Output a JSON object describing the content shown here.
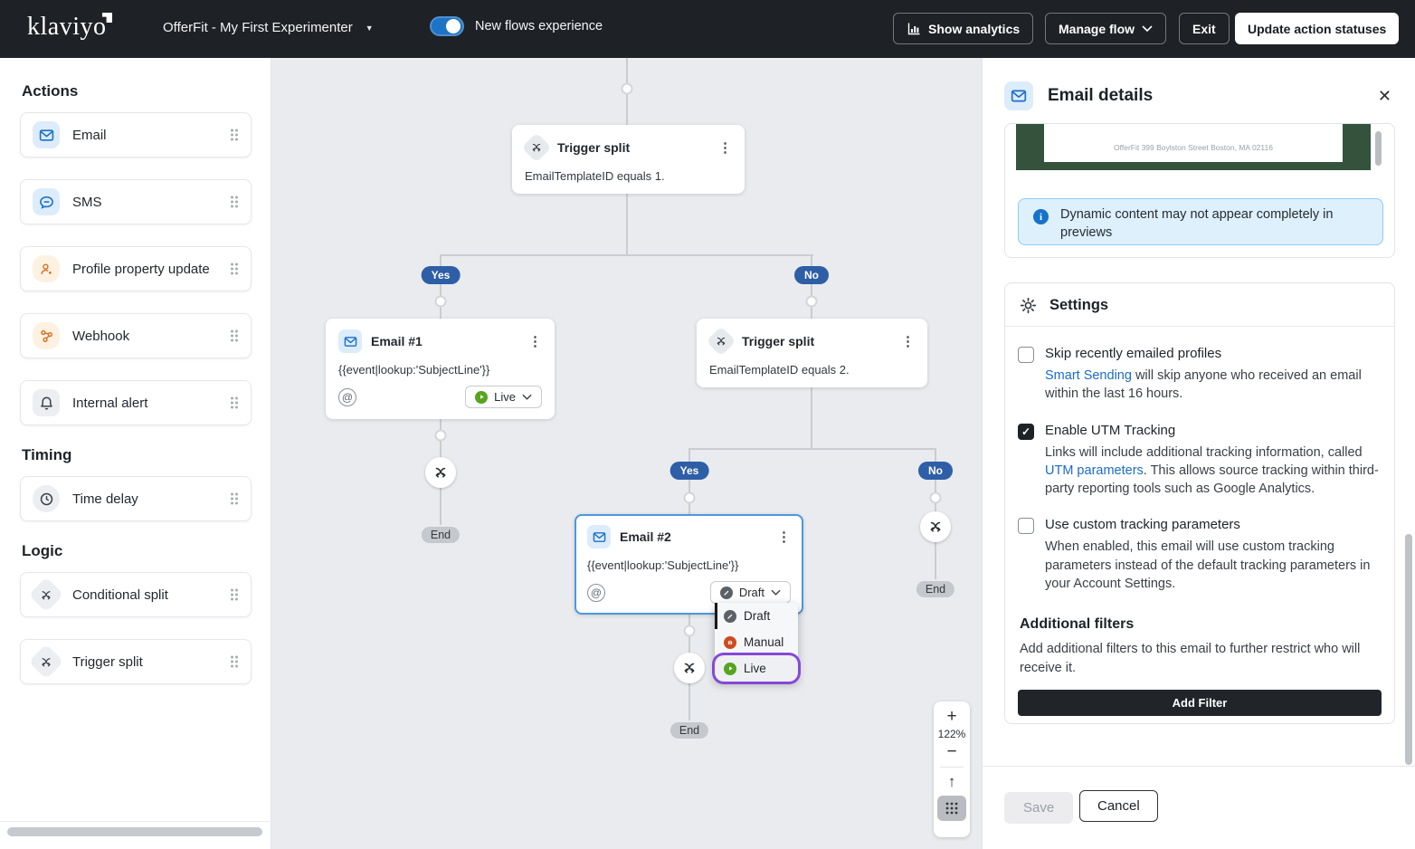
{
  "topbar": {
    "logo": "klaviyo",
    "flow_name": "OfferFit - My First Experimenter",
    "toggle_label": "New flows experience",
    "show_analytics": "Show analytics",
    "manage_flow": "Manage flow",
    "exit": "Exit",
    "update_action_statuses": "Update action statuses"
  },
  "sidebar": {
    "actions_title": "Actions",
    "timing_title": "Timing",
    "logic_title": "Logic",
    "items": {
      "email": "Email",
      "sms": "SMS",
      "profile": "Profile property update",
      "webhook": "Webhook",
      "alert": "Internal alert",
      "delay": "Time delay",
      "conditional": "Conditional split",
      "trigger": "Trigger split"
    }
  },
  "canvas": {
    "zoom_level": "122%",
    "yes": "Yes",
    "no": "No",
    "end": "End",
    "trigger1": {
      "title": "Trigger split",
      "condition": "EmailTemplateID equals 1."
    },
    "trigger2": {
      "title": "Trigger split",
      "condition": "EmailTemplateID equals 2."
    },
    "email1": {
      "title": "Email #1",
      "subject": "{{event|lookup:'SubjectLine'}}",
      "status": "Live"
    },
    "email2": {
      "title": "Email #2",
      "subject": "{{event|lookup:'SubjectLine'}}",
      "status": "Draft"
    },
    "status_menu": {
      "draft": "Draft",
      "manual": "Manual",
      "live": "Live"
    }
  },
  "panel": {
    "title": "Email details",
    "preview_address": "OfferFit 399 Boylston Street Boston, MA 02116",
    "info_banner": "Dynamic content may not appear completely in previews",
    "settings_title": "Settings",
    "opt1": {
      "label": "Skip recently emailed profiles",
      "link": "Smart Sending",
      "desc": " will skip anyone who received an email within the last 16 hours."
    },
    "opt2": {
      "label": "Enable UTM Tracking",
      "desc_pre": "Links will include additional tracking information, called ",
      "link": "UTM parameters",
      "desc_post": ". This allows source tracking within third-party reporting tools such as Google Analytics."
    },
    "opt3": {
      "label": "Use custom tracking parameters",
      "desc": "When enabled, this email will use custom tracking parameters instead of the default tracking parameters in your Account Settings."
    },
    "filters": {
      "title": "Additional filters",
      "desc": "Add additional filters to this email to further restrict who will receive it.",
      "button": "Add Filter"
    },
    "save": "Save",
    "cancel": "Cancel"
  },
  "glyphs": {
    "at": "@",
    "plus": "+",
    "minus": "−",
    "arrow_up": "↑",
    "kebab": "⋮",
    "close": "✕",
    "caret_down": "▼",
    "check": "✓",
    "info": "i"
  },
  "colors": {
    "topbar_dark": "#1e2125",
    "accent_blue": "#1d6fc6",
    "toggle_blue": "#1e73c4",
    "branch_pill_blue": "#2e5ea6",
    "live_green": "#57a41f",
    "manual_orange": "#cf4a1f",
    "draft_grey": "#5c6167",
    "focus_purple": "#8648d8",
    "link_blue": "#1a6cc9",
    "banner_bg": "#def0fc",
    "preview_green": "#34523c",
    "canvas_bg": "#e9ebee"
  }
}
